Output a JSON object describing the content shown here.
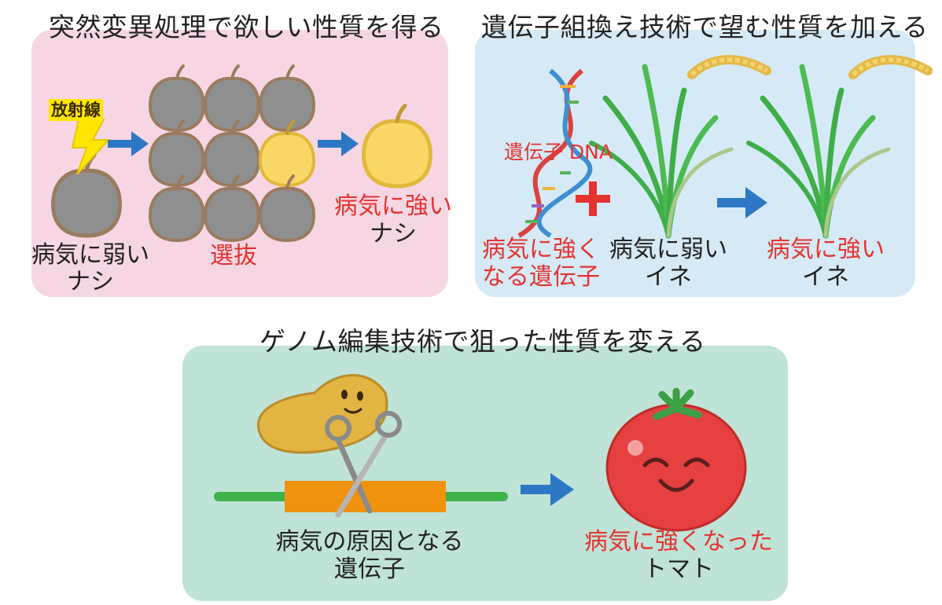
{
  "panel1": {
    "title": "突然変異処理で欲しい性質を得る",
    "radiation": "放射線",
    "weak_line1": "病気に弱い",
    "weak_line2": "ナシ",
    "select": "選抜",
    "strong_line1": "病気に強い",
    "strong_line2": "ナシ"
  },
  "panel2": {
    "title": "遺伝子組換え技術で望む性質を加える",
    "dna_label": "遺伝子 DNA",
    "gene_line1": "病気に強く",
    "gene_line2": "なる遺伝子",
    "weak_line1": "病気に弱い",
    "weak_line2": "イネ",
    "strong_line1": "病気に強い",
    "strong_line2": "イネ"
  },
  "panel3": {
    "title": "ゲノム編集技術で狙った性質を変える",
    "cause_line1": "病気の原因となる",
    "cause_line2": "遺伝子",
    "result_line1": "病気に強くなった",
    "result_line2": "トマト"
  },
  "colors": {
    "panel1_bg": "#f7d6e4",
    "panel2_bg": "#d5eaf6",
    "panel3_bg": "#bfe3d6",
    "accent_red": "#e53330",
    "arrow_blue": "#2d78c4",
    "pear_gray": "#8f8f8f",
    "pear_yellow": "#f9d665"
  }
}
